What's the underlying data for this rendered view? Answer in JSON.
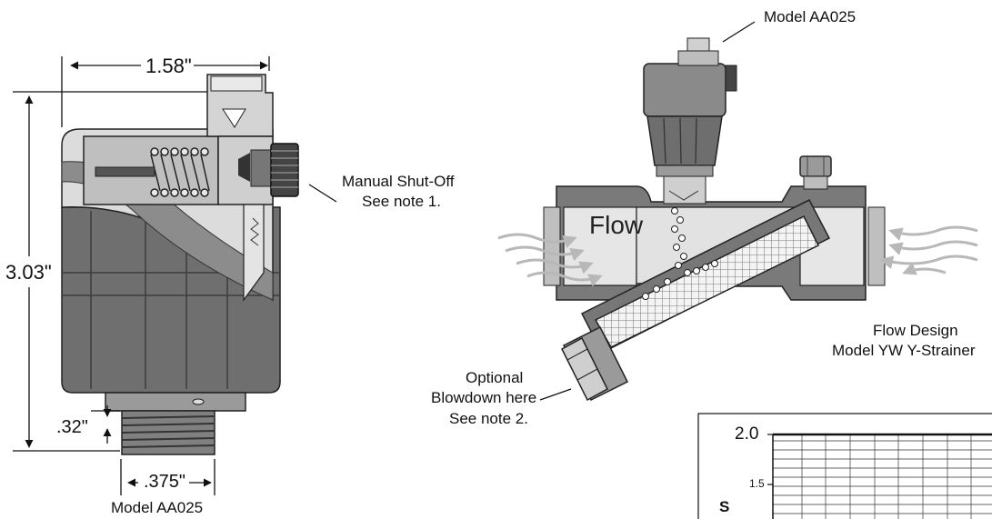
{
  "left_drawing": {
    "dim_width": "1.58\"",
    "dim_height": "3.03\"",
    "dim_thread_height": ".32\"",
    "dim_thread_width": ".375\"",
    "caption": "Model AA025"
  },
  "callouts": {
    "manual_shutoff_line1": "Manual Shut-Off",
    "manual_shutoff_line2": "See note 1.",
    "model_top": "Model AA025",
    "blowdown_line1": "Optional",
    "blowdown_line2": "Blowdown here",
    "blowdown_line3": "See note 2.",
    "strainer_line1": "Flow Design",
    "strainer_line2": "Model YW Y-Strainer",
    "flow_label": "Flow"
  },
  "chart": {
    "tick_top": "2.0",
    "tick_mid": "1.5",
    "axis_letter": "S"
  },
  "colors": {
    "dark_gray": "#666666",
    "mid_gray": "#8a8a8a",
    "light_gray": "#d6d6d6",
    "flow_arrow": "#b8b8b8"
  }
}
